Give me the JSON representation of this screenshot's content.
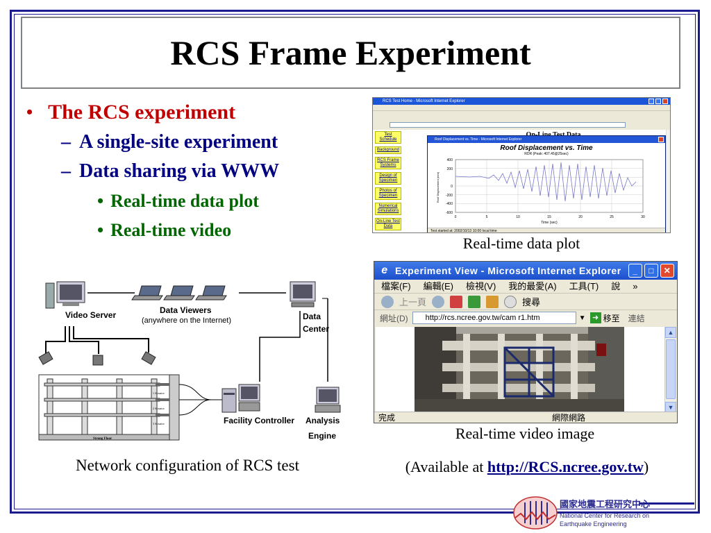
{
  "title": "RCS Frame Experiment",
  "bullets": {
    "level1": "The RCS experiment",
    "level2": [
      "A single-site experiment",
      "Data sharing via WWW"
    ],
    "level3": [
      "Real-time data plot",
      "Real-time video"
    ]
  },
  "diagram": {
    "video_server": "Video Server",
    "data_viewers": "Data Viewers",
    "data_viewers_sub": "(anywhere on the Internet)",
    "data_center_1": "Data",
    "data_center_2": "Center",
    "facility_controller": "Facility Controller",
    "analysis_1": "Analysis",
    "analysis_2": "Engine",
    "strong_floor": "Strong Floor",
    "actuator_1": "1 Actuator",
    "actuator_2": "2 Actuator",
    "actuator_3": "3 Actuator",
    "caption": "Network configuration of RCS test"
  },
  "screenshot1": {
    "window_title": "RCS Test Home - Microsoft Internet Explorer",
    "page_heading": "On-Line Test Data",
    "side_menu": [
      "Test Schedule",
      "Background",
      "RCS Frame Systems",
      "Design of Specimen",
      "Photos of Specimen",
      "Numerical Simulations",
      "On-Line Test Data"
    ],
    "inner_window_title": "Roof Displacement vs. Time - Microsoft Internet Explorer",
    "plot_title": "Roof Displacement vs. Time",
    "plot_subtitle": "RDR (Peak: 407.45@25sec)",
    "x_label": "Time (sec)",
    "y_label": "Roof Displacement (mm)",
    "x_ticks": [
      "0",
      "5",
      "10",
      "15",
      "20",
      "25",
      "30"
    ],
    "y_ticks": [
      "400",
      "200",
      "0",
      "-200",
      "-400",
      "-600"
    ],
    "status": "Test started at: 2002/10/13 10:00 local time",
    "caption": "Real-time data plot"
  },
  "screenshot2": {
    "window_title": "Experiment View - Microsoft Internet Explorer",
    "menu": [
      "檔案(F)",
      "編輯(E)",
      "檢視(V)",
      "我的最愛(A)",
      "工具(T)",
      "說",
      "»"
    ],
    "toolbar_back": "上一頁",
    "toolbar_search": "搜尋",
    "address_label": "網址(D)",
    "address_value": "http://rcs.ncree.gov.tw/cam r1.htm",
    "go_label": "移至",
    "links_label": "連結",
    "status_left": "完成",
    "status_right": "網際網路",
    "caption": "Real-time video image"
  },
  "availability": {
    "prefix": "(Available at ",
    "link": "http://RCS.ncree.gov.tw",
    "suffix": ")"
  },
  "logo": {
    "zh": "國家地震工程研究中心",
    "en1": "National Center for Research on",
    "en2": "Earthquake Engineering"
  },
  "colors": {
    "frame": "#1b1b8f",
    "level1": "#c00000",
    "level2": "#000080",
    "level3": "#006600"
  }
}
